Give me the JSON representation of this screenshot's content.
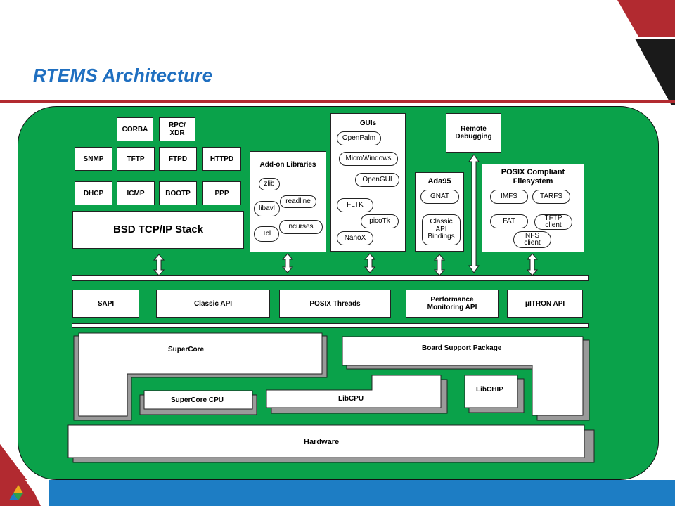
{
  "slide": {
    "title": "RTEMS Architecture"
  },
  "colors": {
    "accent": "#b22a30",
    "title": "#1f6fc0",
    "diagram_bg": "#0aa24a",
    "footer": "#1d7dc4"
  },
  "network": {
    "corba": "CORBA",
    "rpc_line1": "RPC/",
    "rpc_line2": "XDR",
    "snmp": "SNMP",
    "tftp": "TFTP",
    "ftpd": "FTPD",
    "httpd": "HTTPD",
    "dhcp": "DHCP",
    "icmp": "ICMP",
    "bootp": "BOOTP",
    "ppp": "PPP",
    "bsd_stack": "BSD TCP/IP Stack"
  },
  "addon": {
    "title": "Add-on Libraries",
    "items": [
      "zlib",
      "readline",
      "libavl",
      "ncurses",
      "Tcl"
    ]
  },
  "guis": {
    "title": "GUIs",
    "items": [
      "OpenPalm",
      "MicroWindows",
      "OpenGUI",
      "FLTK",
      "picoTk",
      "NanoX"
    ]
  },
  "remote": {
    "line1": "Remote",
    "line2": "Debugging"
  },
  "ada": {
    "title": "Ada95",
    "gnat": "GNAT",
    "bindings_l1": "Classic",
    "bindings_l2": "API",
    "bindings_l3": "Bindings"
  },
  "posix_fs": {
    "title_l1": "POSIX Compliant",
    "title_l2": "Filesystem",
    "imfs": "IMFS",
    "tarfs": "TARFS",
    "fat": "FAT",
    "tftp_l1": "TFTP",
    "tftp_l2": "client",
    "nfs_l1": "NFS",
    "nfs_l2": "client"
  },
  "apis": {
    "sapi": "SAPI",
    "classic": "Classic API",
    "posix_threads": "POSIX Threads",
    "perf_l1": "Performance",
    "perf_l2": "Monitoring API",
    "itron": "μITRON API"
  },
  "core": {
    "supercore": "SuperCore",
    "bsp": "Board Support Package",
    "supercore_cpu": "SuperCore CPU",
    "libcpu": "LibCPU",
    "libchip": "LibCHIP",
    "hardware": "Hardware"
  }
}
